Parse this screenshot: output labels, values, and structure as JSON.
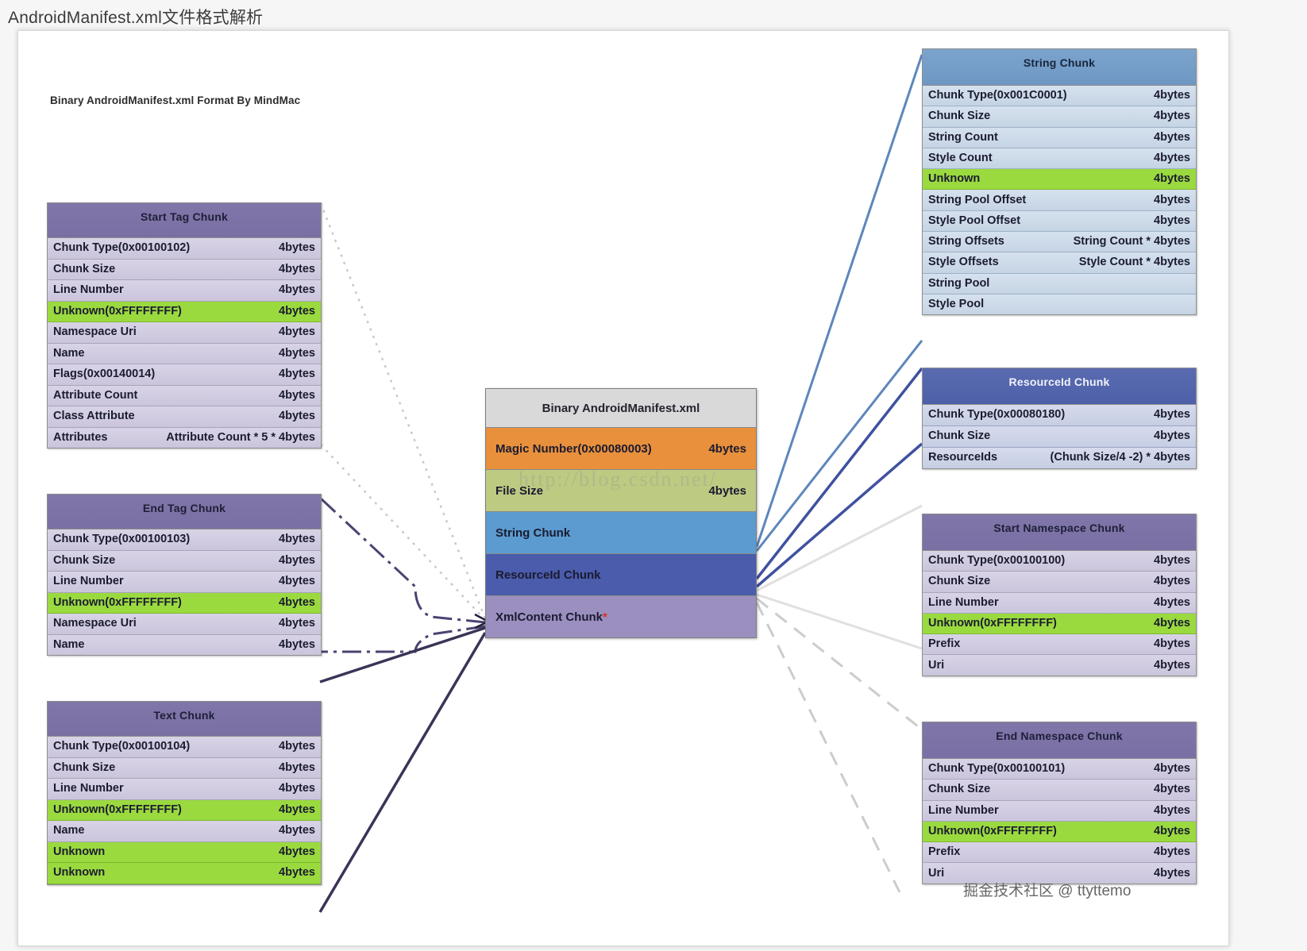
{
  "page": {
    "title": "AndroidManifest.xml文件格式解析",
    "caption": "Binary AndroidManifest.xml Format  By MindMac",
    "watermark_center": "http://blog.csdn.net/",
    "watermark_corner": "掘金技术社区 @ ttyttemo"
  },
  "colors": {
    "purple_header": "#7a6fa4",
    "purple_row": "#d2cde1",
    "blue_header": "#6e98c4",
    "blue_row": "#cfdcea",
    "darkblue_header": "#4d60a8",
    "darkblue_row": "#ccd3e8",
    "highlight_green": "#9ada3f",
    "magic_orange": "#e8903c",
    "filesize_olive": "#bcca82",
    "stringchunk_blue": "#5b9bd0",
    "resourceid_blue": "#4a5cab",
    "xmlcontent_purple": "#9b8fc0",
    "title_grey": "#d9d9d9",
    "asterisk_red": "#e03020"
  },
  "center_stack": {
    "name": "Binary AndroidManifest.xml",
    "rows": [
      {
        "label": "Binary AndroidManifest.xml",
        "value": "",
        "fill": "#d9d9d9",
        "title": true
      },
      {
        "label": "Magic Number(0x00080003)",
        "value": "4bytes",
        "fill": "#e8903c"
      },
      {
        "label": "File Size",
        "value": "4bytes",
        "fill": "#bcca82"
      },
      {
        "label": "String Chunk",
        "value": "",
        "fill": "#5b9bd0"
      },
      {
        "label": "ResourceId Chunk",
        "value": "",
        "fill": "#4a5cab"
      },
      {
        "label": "XmlContent Chunk",
        "value": "",
        "fill": "#9b8fc0",
        "asterisk": true
      }
    ]
  },
  "chunks": [
    {
      "id": "start-tag-chunk",
      "title": "Start Tag Chunk",
      "theme": "purple",
      "rows": [
        {
          "label": "Chunk Type(0x00100102)",
          "value": "4bytes"
        },
        {
          "label": "Chunk Size",
          "value": "4bytes"
        },
        {
          "label": "Line Number",
          "value": "4bytes"
        },
        {
          "label": "Unknown(0xFFFFFFFF)",
          "value": "4bytes",
          "highlight": true
        },
        {
          "label": "Namespace Uri",
          "value": "4bytes"
        },
        {
          "label": "Name",
          "value": "4bytes"
        },
        {
          "label": "Flags(0x00140014)",
          "value": "4bytes"
        },
        {
          "label": "Attribute Count",
          "value": "4bytes"
        },
        {
          "label": "Class Attribute",
          "value": "4bytes"
        },
        {
          "label": "Attributes",
          "value": "Attribute Count * 5 * 4bytes"
        }
      ]
    },
    {
      "id": "end-tag-chunk",
      "title": "End Tag Chunk",
      "theme": "purple",
      "rows": [
        {
          "label": "Chunk Type(0x00100103)",
          "value": "4bytes"
        },
        {
          "label": "Chunk Size",
          "value": "4bytes"
        },
        {
          "label": "Line Number",
          "value": "4bytes"
        },
        {
          "label": "Unknown(0xFFFFFFFF)",
          "value": "4bytes",
          "highlight": true
        },
        {
          "label": "Namespace Uri",
          "value": "4bytes"
        },
        {
          "label": "Name",
          "value": "4bytes"
        }
      ]
    },
    {
      "id": "text-chunk",
      "title": "Text Chunk",
      "theme": "purple",
      "rows": [
        {
          "label": "Chunk Type(0x00100104)",
          "value": "4bytes"
        },
        {
          "label": "Chunk Size",
          "value": "4bytes"
        },
        {
          "label": "Line Number",
          "value": "4bytes"
        },
        {
          "label": "Unknown(0xFFFFFFFF)",
          "value": "4bytes",
          "highlight": true
        },
        {
          "label": "Name",
          "value": "4bytes"
        },
        {
          "label": "Unknown",
          "value": "4bytes",
          "highlight": true
        },
        {
          "label": "Unknown",
          "value": "4bytes",
          "highlight": true
        }
      ]
    },
    {
      "id": "string-chunk",
      "title": "String Chunk",
      "theme": "blue",
      "rows": [
        {
          "label": "Chunk Type(0x001C0001)",
          "value": "4bytes"
        },
        {
          "label": "Chunk Size",
          "value": "4bytes"
        },
        {
          "label": "String Count",
          "value": "4bytes"
        },
        {
          "label": "Style Count",
          "value": "4bytes"
        },
        {
          "label": "Unknown",
          "value": "4bytes",
          "highlight": true
        },
        {
          "label": "String Pool Offset",
          "value": "4bytes"
        },
        {
          "label": "Style Pool Offset",
          "value": "4bytes"
        },
        {
          "label": "String Offsets",
          "value": "String Count * 4bytes"
        },
        {
          "label": "Style Offsets",
          "value": "Style Count * 4bytes"
        },
        {
          "label": "String Pool",
          "value": ""
        },
        {
          "label": "Style Pool",
          "value": ""
        }
      ]
    },
    {
      "id": "resourceid-chunk",
      "title": "ResourceId Chunk",
      "theme": "dblue",
      "rows": [
        {
          "label": "Chunk Type(0x00080180)",
          "value": "4bytes"
        },
        {
          "label": "Chunk Size",
          "value": "4bytes"
        },
        {
          "label": "ResourceIds",
          "value": "(Chunk Size/4 -2) * 4bytes"
        }
      ]
    },
    {
      "id": "start-namespace-chunk",
      "title": "Start Namespace Chunk",
      "theme": "purple",
      "rows": [
        {
          "label": "Chunk Type(0x00100100)",
          "value": "4bytes"
        },
        {
          "label": "Chunk Size",
          "value": "4bytes"
        },
        {
          "label": "Line Number",
          "value": "4bytes"
        },
        {
          "label": "Unknown(0xFFFFFFFF)",
          "value": "4bytes",
          "highlight": true
        },
        {
          "label": "Prefix",
          "value": "4bytes"
        },
        {
          "label": "Uri",
          "value": "4bytes"
        }
      ]
    },
    {
      "id": "end-namespace-chunk",
      "title": "End Namespace Chunk",
      "theme": "purple",
      "rows": [
        {
          "label": "Chunk Type(0x00100101)",
          "value": "4bytes"
        },
        {
          "label": "Chunk Size",
          "value": "4bytes"
        },
        {
          "label": "Line Number",
          "value": "4bytes"
        },
        {
          "label": "Unknown(0xFFFFFFFF)",
          "value": "4bytes",
          "highlight": true
        },
        {
          "label": "Prefix",
          "value": "4bytes"
        },
        {
          "label": "Uri",
          "value": "4bytes"
        }
      ]
    }
  ]
}
